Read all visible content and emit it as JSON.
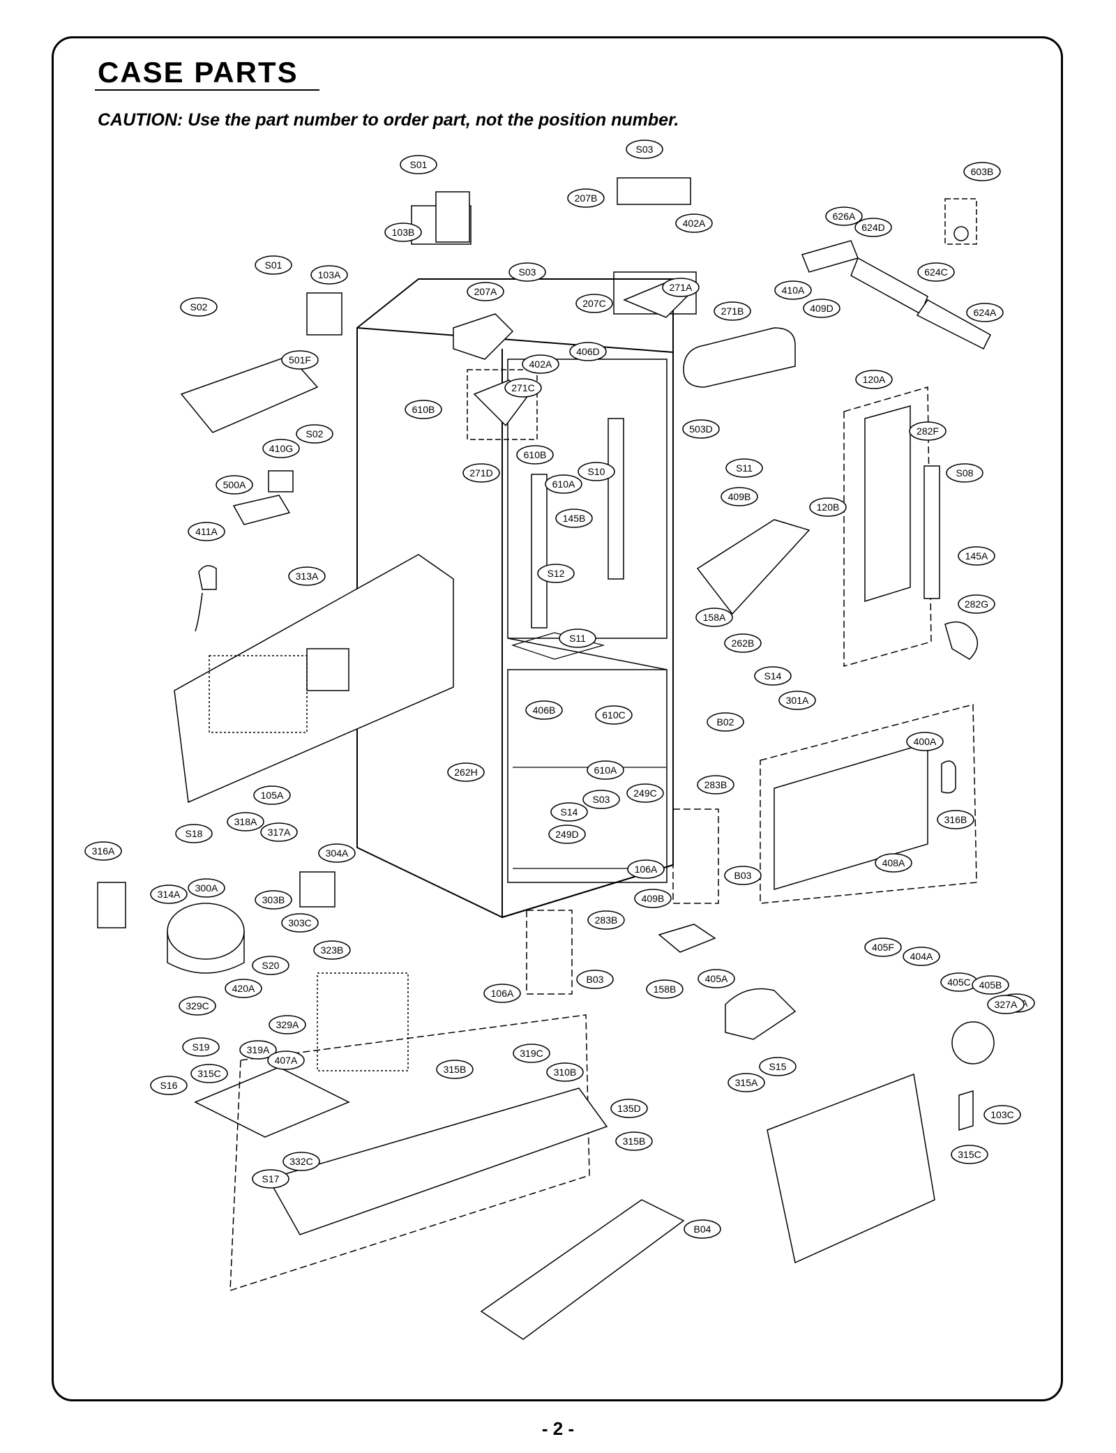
{
  "page": {
    "title": "CASE PARTS",
    "caution": "CAUTION: Use the part number to order part, not the position number.",
    "page_number": "- 2 -"
  },
  "labels": [
    "S01",
    "S03",
    "603B",
    "207B",
    "402A",
    "626A",
    "624D",
    "103B",
    "S01",
    "103A",
    "S03",
    "207A",
    "271A",
    "410A",
    "624C",
    "S02",
    "207C",
    "271B",
    "409D",
    "624A",
    "406D",
    "402A",
    "501F",
    "271C",
    "610B",
    "120A",
    "S02",
    "503D",
    "282F",
    "410G",
    "610B",
    "271D",
    "610A",
    "S10",
    "S11",
    "S08",
    "500A",
    "409B",
    "120B",
    "145B",
    "411A",
    "145A",
    "313A",
    "S12",
    "158A",
    "282G",
    "S11",
    "262B",
    "S14",
    "B02",
    "301A",
    "406B",
    "610C",
    "400A",
    "262H",
    "610A",
    "249C",
    "283B",
    "105A",
    "S03",
    "S14",
    "316B",
    "S18",
    "318A",
    "317A",
    "249D",
    "304A",
    "B03",
    "316A",
    "106A",
    "408A",
    "314A",
    "300A",
    "409B",
    "303B",
    "283B",
    "303C",
    "323B",
    "B03",
    "405F",
    "404A",
    "S20",
    "158B",
    "420A",
    "106A",
    "405A",
    "405C",
    "405B",
    "312A",
    "329C",
    "329A",
    "327A",
    "S19",
    "319A",
    "407A",
    "S15",
    "315B",
    "319C",
    "315C",
    "310B",
    "S16",
    "315A",
    "135D",
    "103C",
    "315B",
    "332C",
    "315C",
    "S17",
    "B04"
  ]
}
